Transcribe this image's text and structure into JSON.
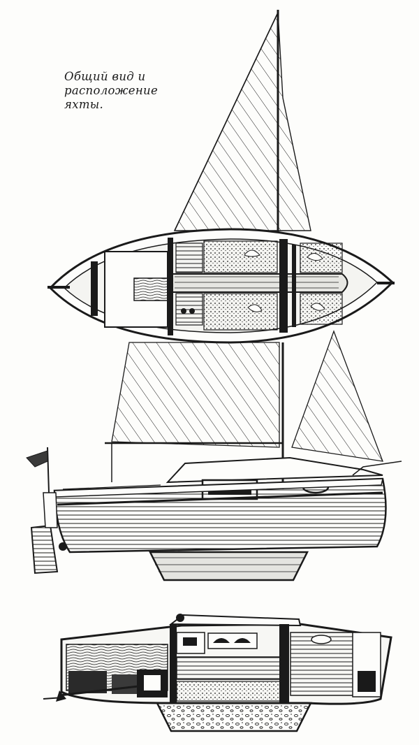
{
  "caption": {
    "line1": "Общий вид и",
    "line2": "расположение",
    "line3": "яхты."
  },
  "colors": {
    "ink": "#1a1a1a",
    "paper": "#fdfdfb",
    "shade": "#cfcfcf"
  }
}
